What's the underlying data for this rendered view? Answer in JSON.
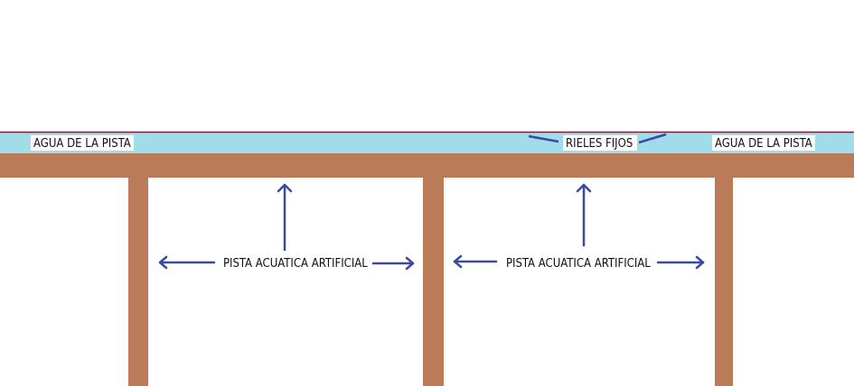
{
  "labels": {
    "water_left": "AGUA DE LA PISTA",
    "water_right": "AGUA DE LA PISTA",
    "rails": "RIELES FIJOS",
    "track_left": "PISTA ACUATICA ARTIFICIAL",
    "track_right": "PISTA ACUATICA ARTIFICIAL"
  },
  "colors": {
    "water": "#a0dcea",
    "surface_line": "#7a1f3a",
    "wood": "#b97b58",
    "arrow": "#3b4aa0",
    "label_bg": "#ffffff",
    "text": "#111111"
  }
}
